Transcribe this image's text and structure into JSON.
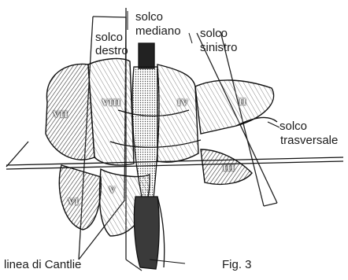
{
  "labels": {
    "solco_destro_1": "solco",
    "solco_destro_2": "destro",
    "solco_mediano_1": "solco",
    "solco_mediano_2": "mediano",
    "solco_sinistro_1": "solco",
    "solco_sinistro_2": "sinistro",
    "solco_trasversale_1": "solco",
    "solco_trasversale_2": "trasversale",
    "linea_cantlie": "linea di Cantlie",
    "figure_caption": "Fig. 3"
  },
  "segments": [
    "II",
    "III",
    "IV",
    "V",
    "VI",
    "VII",
    "VIII"
  ],
  "colors": {
    "ink": "#111111",
    "shade": "#6a6a6a",
    "light": "#bdbdbd",
    "background": "#ffffff"
  }
}
